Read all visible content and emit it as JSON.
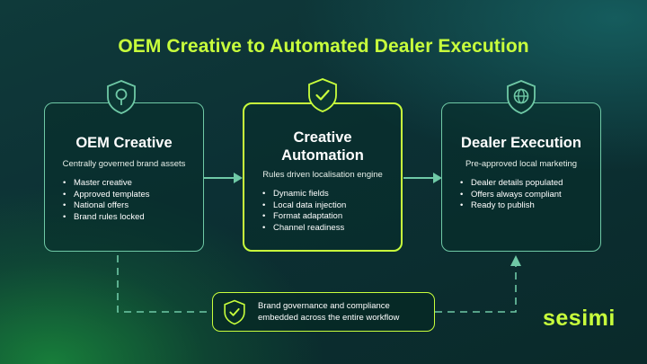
{
  "title": "OEM Creative to Automated Dealer Execution",
  "cards": [
    {
      "title": "OEM Creative",
      "subtitle": "Centrally governed brand assets",
      "items": [
        "Master creative",
        "Approved templates",
        "National offers",
        "Brand rules locked"
      ],
      "icon": "location-pin-icon"
    },
    {
      "title_line1": "Creative",
      "title_line2": "Automation",
      "subtitle": "Rules driven localisation engine",
      "items": [
        "Dynamic fields",
        "Local data injection",
        "Format adaptation",
        "Channel readiness"
      ],
      "icon": "shield-check-icon"
    },
    {
      "title": "Dealer Execution",
      "subtitle": "Pre-approved local marketing",
      "items": [
        "Dealer details populated",
        "Offers always compliant",
        "Ready to publish"
      ],
      "icon": "globe-icon"
    }
  ],
  "governance": {
    "line1": "Brand governance and compliance",
    "line2": "embedded across the entire workflow",
    "icon": "shield-check-icon"
  },
  "logo": "sesimi",
  "colors": {
    "accent": "#c8ff3c",
    "card_border": "#6fc9a6",
    "dashed_line": "#6fc9a6"
  }
}
